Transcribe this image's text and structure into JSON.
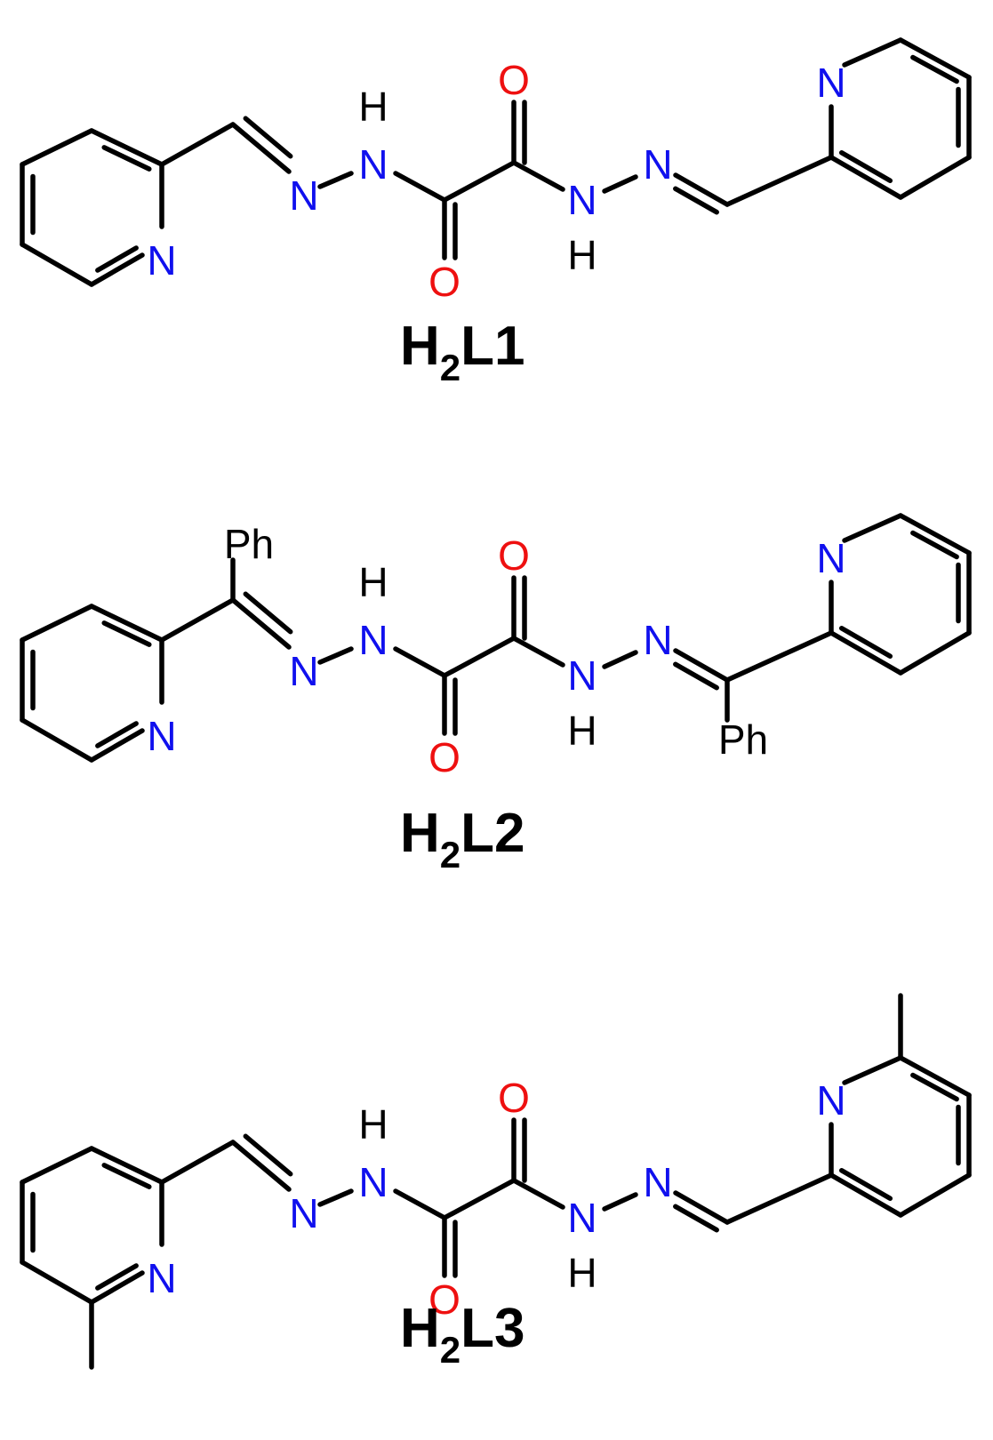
{
  "colors": {
    "bond": "#000000",
    "nitrogen": "#1010ee",
    "oxygen": "#ee1010",
    "carbon_label": "#000000",
    "background": "#ffffff"
  },
  "molecules": [
    {
      "id": "H2L1",
      "label": {
        "prefix": "H",
        "subscript": "2",
        "suffix": "L1"
      },
      "atoms": {
        "hydrogen": "H",
        "nitrogen": "N",
        "oxygen": "O"
      },
      "substituent": ""
    },
    {
      "id": "H2L2",
      "label": {
        "prefix": "H",
        "subscript": "2",
        "suffix": "L2"
      },
      "atoms": {
        "hydrogen": "H",
        "nitrogen": "N",
        "oxygen": "O"
      },
      "substituent": "Ph"
    },
    {
      "id": "H2L3",
      "label": {
        "prefix": "H",
        "subscript": "2",
        "suffix": "L3"
      },
      "atoms": {
        "hydrogen": "H",
        "nitrogen": "N",
        "oxygen": "O"
      },
      "substituent": ""
    }
  ]
}
